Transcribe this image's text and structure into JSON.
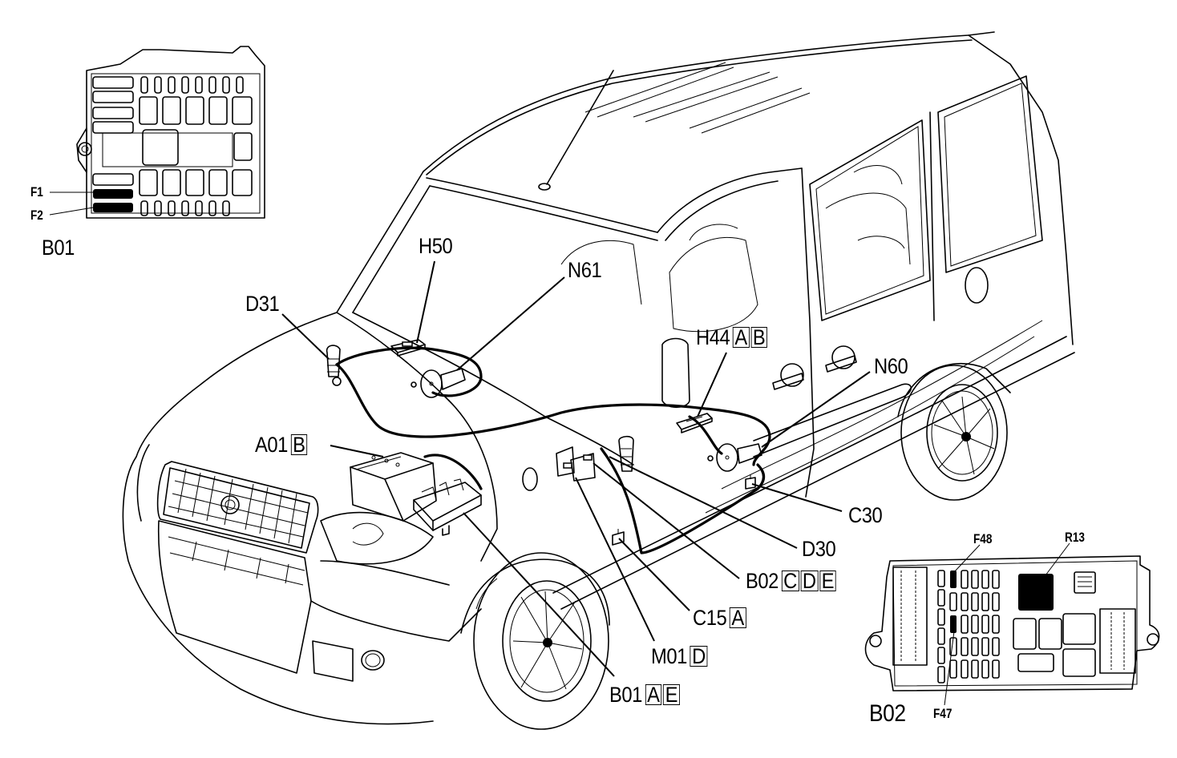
{
  "diagram": {
    "subject": "Vehicle component location diagram (van, front 3/4 view)",
    "callouts": [
      {
        "id": "D31",
        "code": "D31",
        "variants": []
      },
      {
        "id": "H50",
        "code": "H50",
        "variants": []
      },
      {
        "id": "N61",
        "code": "N61",
        "variants": []
      },
      {
        "id": "H44",
        "code": "H44",
        "variants": [
          "A",
          "B"
        ]
      },
      {
        "id": "N60",
        "code": "N60",
        "variants": []
      },
      {
        "id": "A01",
        "code": "A01",
        "variants": [
          "B"
        ]
      },
      {
        "id": "C30",
        "code": "C30",
        "variants": []
      },
      {
        "id": "D30",
        "code": "D30",
        "variants": []
      },
      {
        "id": "B02",
        "code": "B02",
        "variants": [
          "C",
          "D",
          "E"
        ]
      },
      {
        "id": "C15",
        "code": "C15",
        "variants": [
          "A"
        ]
      },
      {
        "id": "M01",
        "code": "M01",
        "variants": [
          "D"
        ]
      },
      {
        "id": "B01",
        "code": "B01",
        "variants": [
          "A",
          "E"
        ]
      }
    ],
    "inset_b01": {
      "title": "B01",
      "fuse_labels": [
        "F1",
        "F2"
      ]
    },
    "inset_b02": {
      "title": "B02",
      "fuse_labels": [
        "F48",
        "F47"
      ],
      "relay_label": "R13"
    }
  }
}
